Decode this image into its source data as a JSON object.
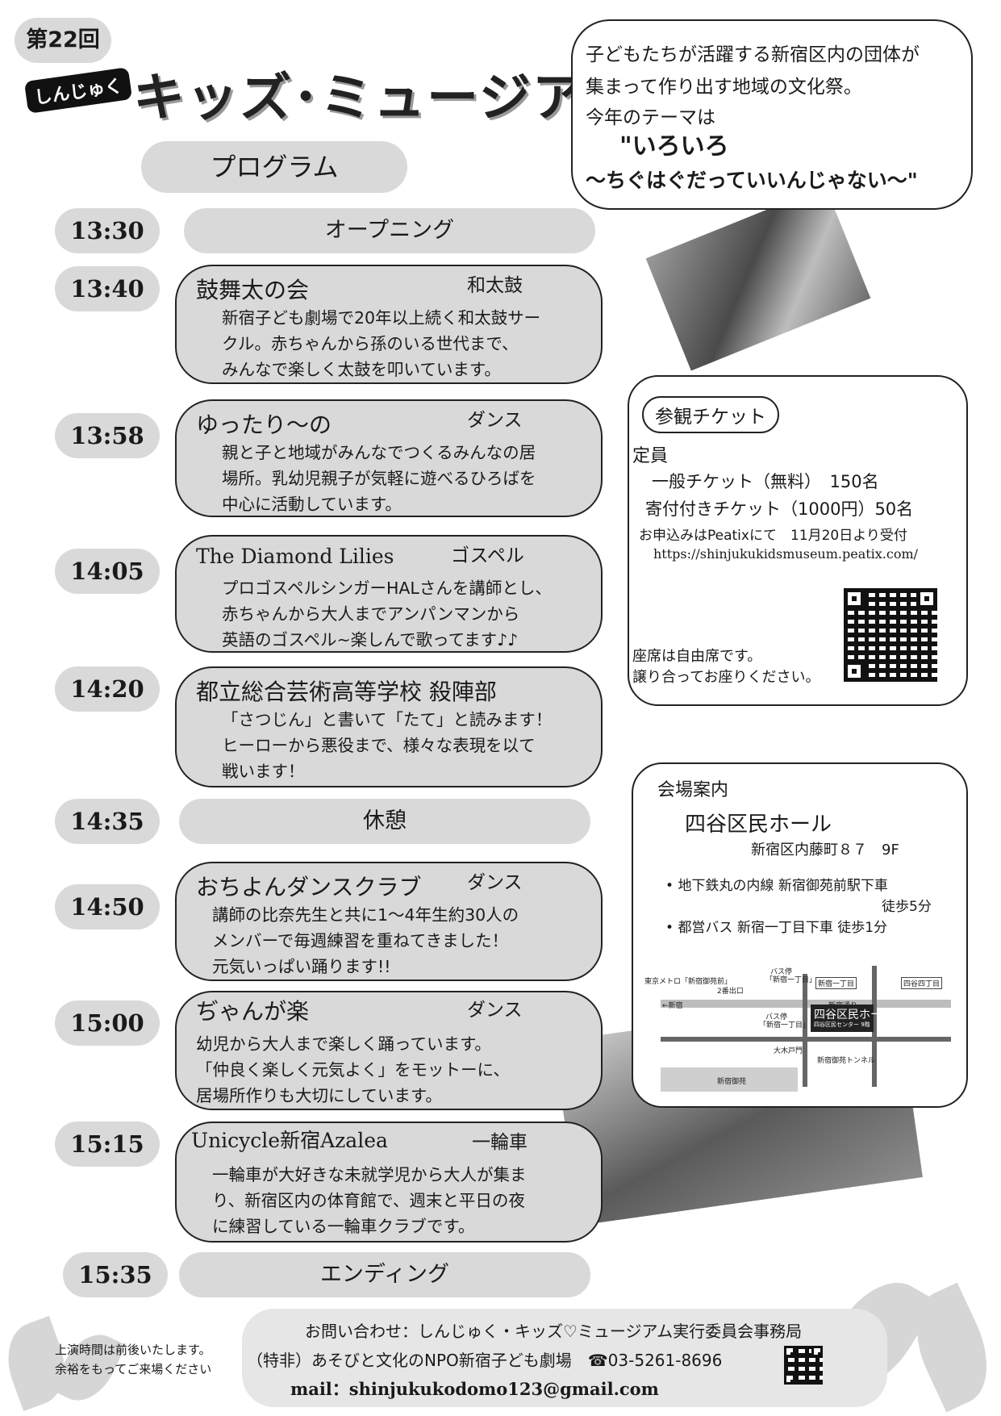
{
  "header": {
    "edition": "第22回",
    "sub_brand": "しんじゅく",
    "title": "キッズ･ミュージアム"
  },
  "intro": {
    "line1": "子どもたちが活躍する新宿区内の団体が",
    "line2": "集まって作り出す地域の文化祭。",
    "line3": "今年のテーマは",
    "theme_main": "\"いろいろ",
    "theme_sub": "～ちぐはぐだっていいんじゃない～\""
  },
  "program": {
    "heading": "プログラム",
    "opening": {
      "time": "13:30",
      "label": "オープニング"
    },
    "items": [
      {
        "time": "13:40",
        "name": "鼓舞太の会",
        "genre": "和太鼓",
        "desc": "新宿子ども劇場で20年以上続く和太鼓サー\nクル。赤ちゃんから孫のいる世代まで、\nみんなで楽しく太鼓を叩いています。"
      },
      {
        "time": "13:58",
        "name": "ゆったり～の",
        "genre": "ダンス",
        "desc": "親と子と地域がみんなでつくるみんなの居\n場所。乳幼児親子が気軽に遊べるひろばを\n中心に活動しています。"
      },
      {
        "time": "14:05",
        "name": "The Diamond Lilies",
        "genre": "ゴスペル",
        "desc": "プロゴスペルシンガーHALさんを講師とし、\n赤ちゃんから大人までアンパンマンから\n英語のゴスペル~楽しんで歌ってます♪♪"
      },
      {
        "time": "14:20",
        "name": "都立総合芸術高等学校 殺陣部",
        "genre": "",
        "desc": "「さつじん」と書いて「たて」と読みます！\nヒーローから悪役まで、様々な表現を以て\n戦います！"
      }
    ],
    "break": {
      "time": "14:35",
      "label": "休憩"
    },
    "items2": [
      {
        "time": "14:50",
        "name": "おちよんダンスクラブ",
        "genre": "ダンス",
        "desc": "講師の比奈先生と共に1～4年生約30人の\nメンバーで毎週練習を重ねてきました！\n元気いっぱい踊ります!!"
      },
      {
        "time": "15:00",
        "name": "ぢゃんが楽",
        "genre": "ダンス",
        "desc": "幼児から大人まで楽しく踊っています。\n「仲良く楽しく元気よく」をモットーに、\n居場所作りも大切にしています。"
      },
      {
        "time": "15:15",
        "name": "Unicycle新宿Azalea",
        "genre": "一輪車",
        "desc": "一輪車が大好きな未就学児から大人が集ま\nり、新宿区内の体育館で、週末と平日の夜\nに練習している一輪車クラブです。"
      }
    ],
    "ending": {
      "time": "15:35",
      "label": "エンディング"
    }
  },
  "ticket": {
    "heading": "参観チケット",
    "capacity_label": "定員",
    "general": "一般チケット（無料）　150名",
    "donation": "寄付付きチケット（1000円）50名",
    "apply": "お申込みはPeatixにて　11月20日より受付",
    "url": "https://shinjukukidsmuseum.peatix.com/",
    "seat1": "座席は自由席です。",
    "seat2": "譲り合ってお座りください。"
  },
  "venue": {
    "heading": "会場案内",
    "name": "四谷区民ホール",
    "address": "新宿区内藤町８７　9F",
    "access1": "地下鉄丸の内線 新宿御苑前駅下車",
    "access1b": "徒歩5分",
    "access2": "都営バス 新宿一丁目下車 徒歩1分",
    "map": {
      "metro": "東京メトロ「新宿御苑前」",
      "exit": "2番出口",
      "bus_stop_label": "バス停",
      "bus_stop_name": "「新宿一丁目」",
      "signal1": "新宿一丁目",
      "signal2": "四谷四丁目",
      "hall": "四谷区民ホール",
      "center": "四谷区民センター 9階",
      "gate": "大木戸門",
      "park": "新宿御苑",
      "tunnel": "新宿御苑トンネル",
      "street": "新宿通り",
      "west": "←新宿"
    }
  },
  "footer": {
    "note1": "上演時間は前後いたします。",
    "note2": "余裕をもってご来場ください",
    "contact": "お問い合わせ：しんじゅく・キッズ♡ミュージアム実行委員会事務局",
    "org": "（特非）あそびと文化のNPO新宿子ども劇場　☎03-5261-8696",
    "mail": "mail：shinjukukodomo123@gmail.com"
  },
  "colors": {
    "pill": "#d9d9d9",
    "border": "#222222",
    "background": "#ffffff"
  }
}
